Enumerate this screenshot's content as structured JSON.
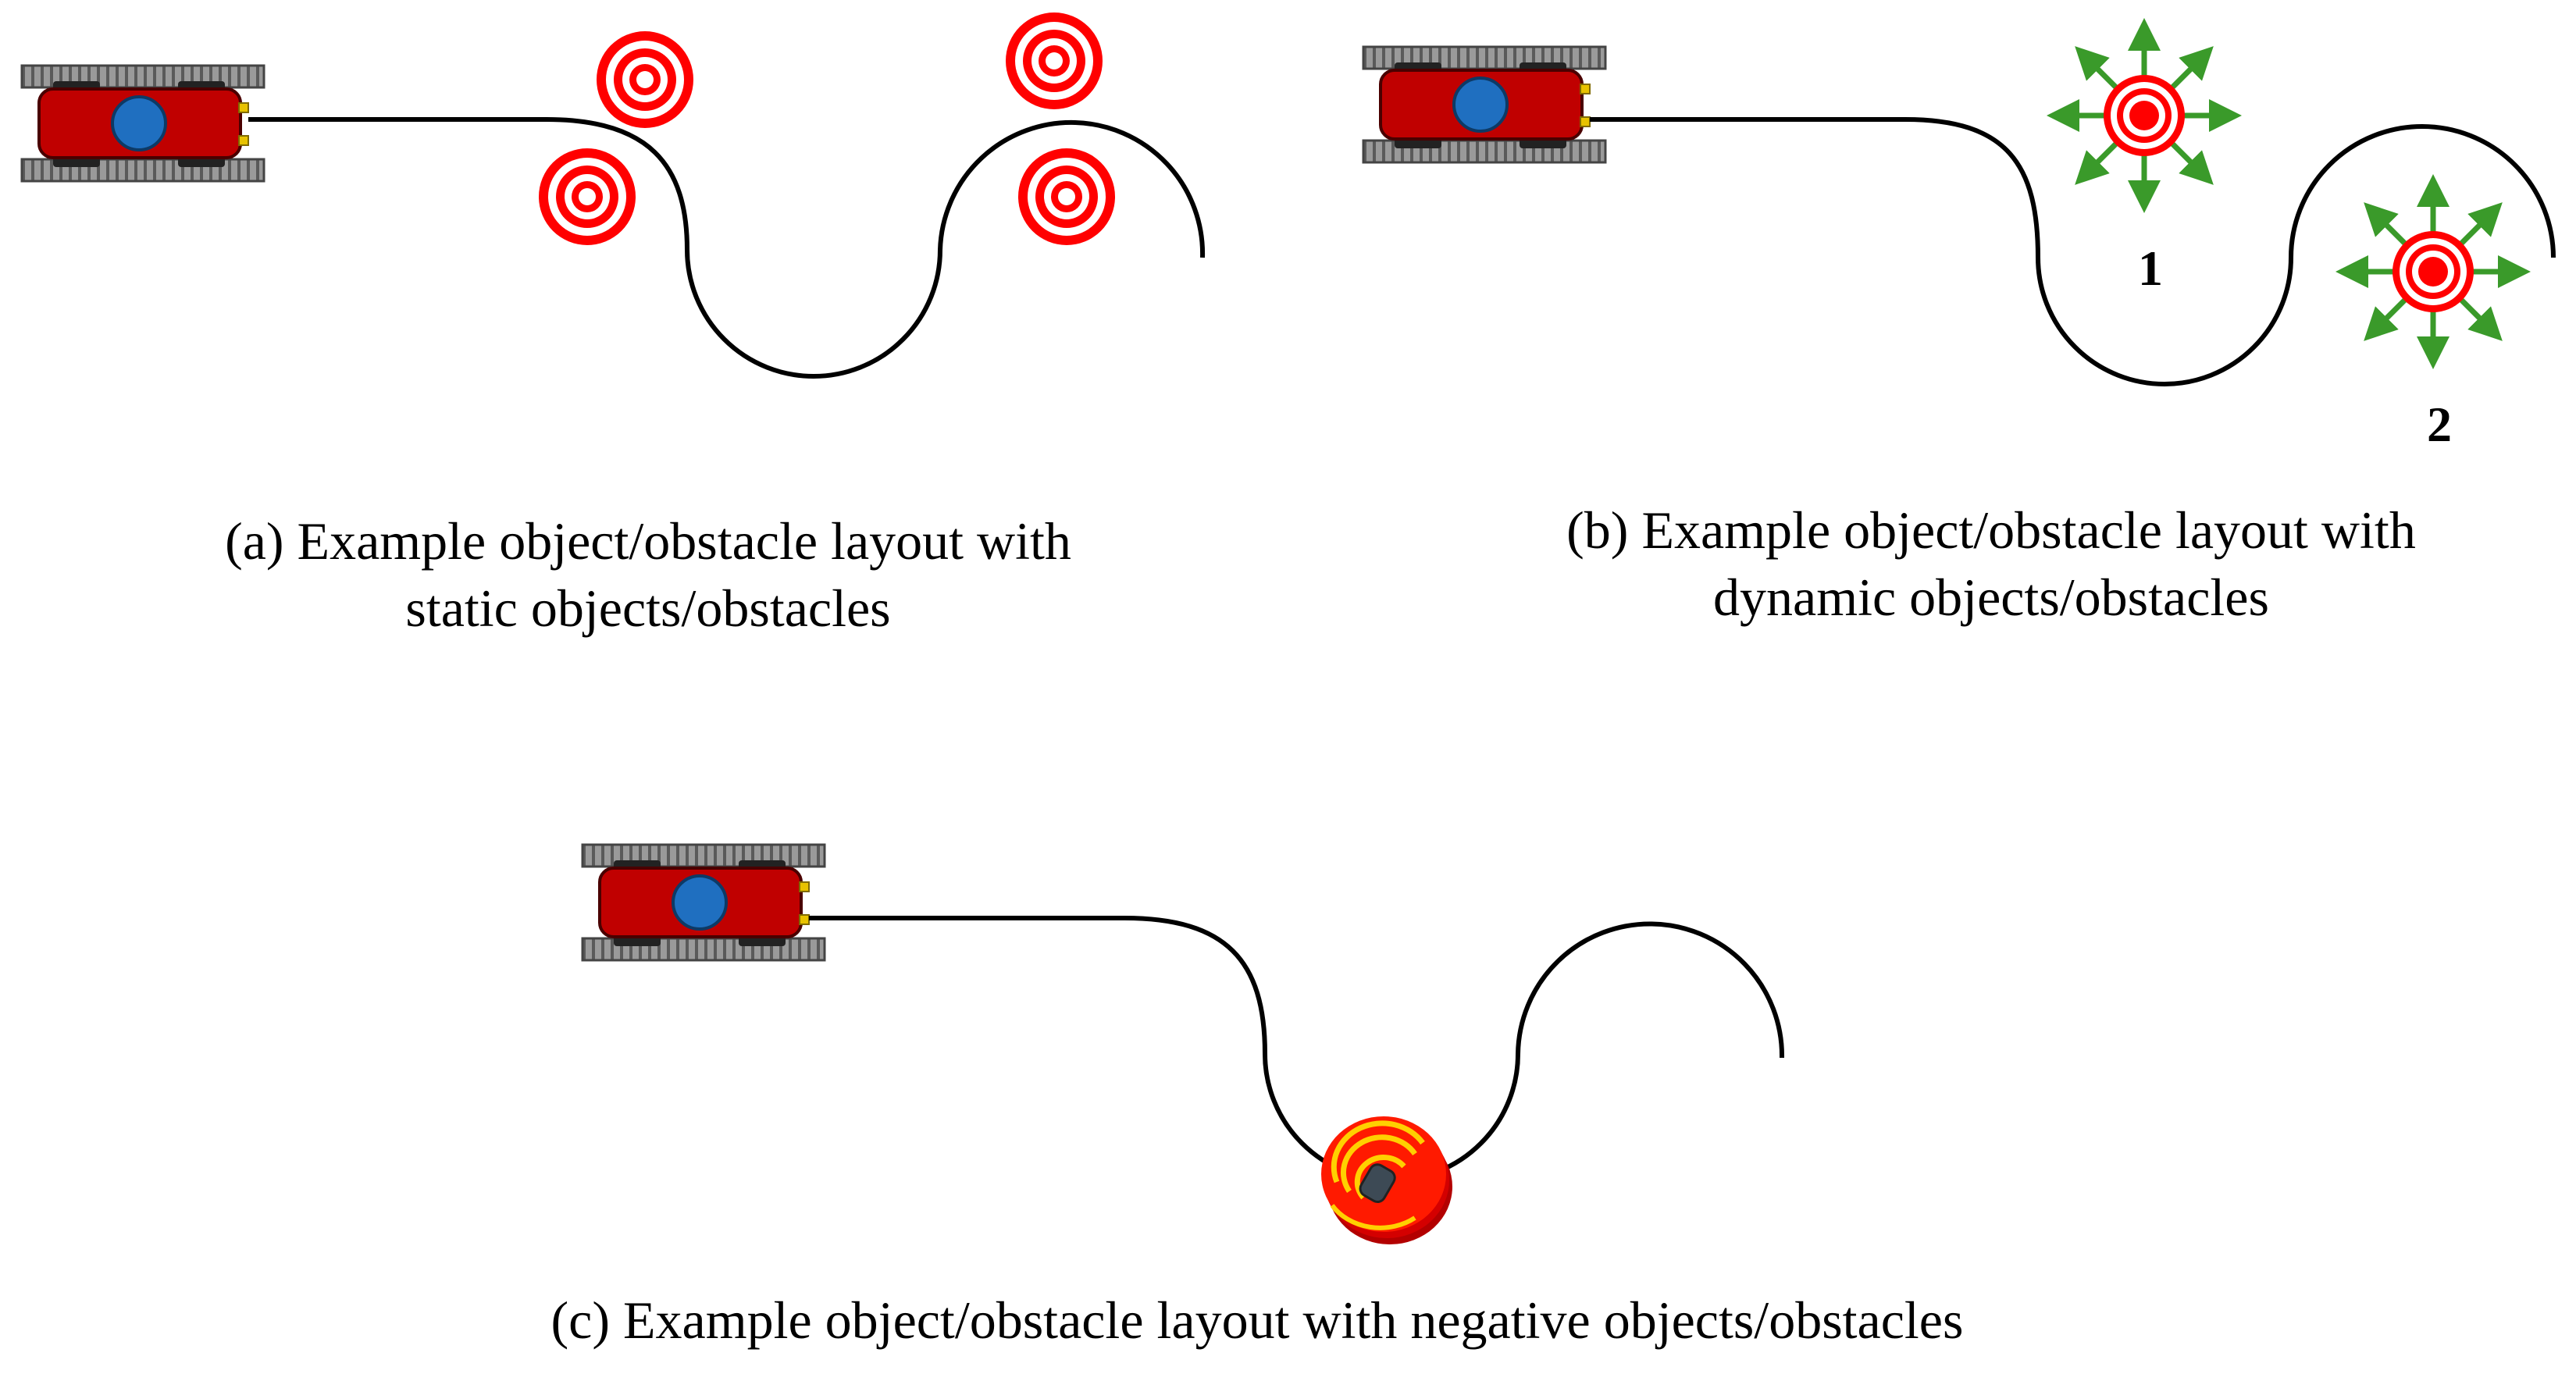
{
  "panels": [
    {
      "id": "a",
      "caption_line1": "(a) Example object/obstacle layout with",
      "caption_line2": "static objects/obstacles",
      "obstacle_type": "static-target-icon"
    },
    {
      "id": "b",
      "caption_line1": "(b) Example object/obstacle layout with",
      "caption_line2": "dynamic objects/obstacles",
      "obstacle_type": "dynamic-target-icon",
      "obstacle_labels": [
        "1",
        "2"
      ]
    },
    {
      "id": "c",
      "caption_line1": "(c) Example object/obstacle layout with negative objects/obstacles",
      "obstacle_type": "negative-obstacle-icon"
    }
  ],
  "colors": {
    "robot_body": "#c00000",
    "robot_sensor": "#1f6fc0",
    "track": "#8a8a8a",
    "target_red": "#ff0000",
    "motion_arrow": "#3a9a2a",
    "path": "#000000",
    "negative_obstacle_yellow": "#ffd000"
  }
}
